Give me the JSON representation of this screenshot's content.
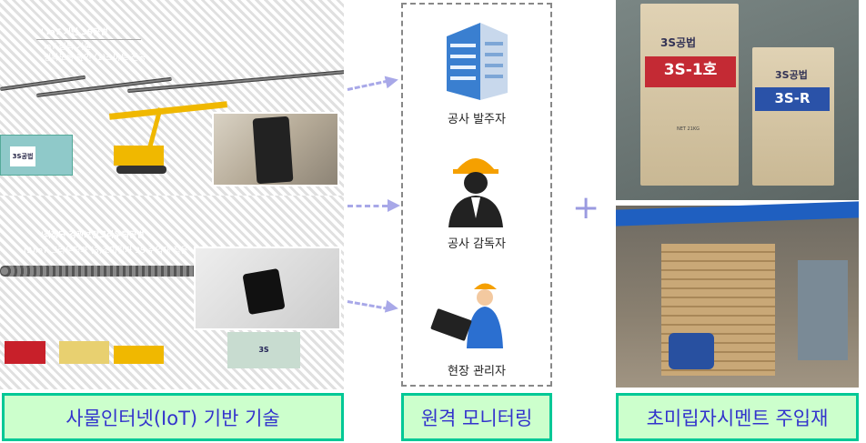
{
  "left": {
    "panel1": {
      "title": "' IoT 기반 3S공법 '",
      "line1": "IoT 접목 기술,",
      "line2": "정확도를 높인 (1)스마트 천공",
      "container_logo": "3S공법"
    },
    "panel2": {
      "title": "'최첨단 강관보강그라우팅공법'",
      "line1": "(2)IoT 그라우팅과 (3)초미립자 3S 주입재 적용",
      "container_logo": "3S"
    }
  },
  "center": {
    "roles": [
      {
        "label": "공사 발주자",
        "icon": "office-building-icon"
      },
      {
        "label": "공사 감독자",
        "icon": "supervisor-hardhat-icon"
      },
      {
        "label": "현장 관리자",
        "icon": "site-manager-tablet-icon"
      }
    ]
  },
  "plus": "+",
  "right": {
    "bag1": {
      "brand": "3S공법",
      "name": "3S-1호",
      "weight": "NET 21KG"
    },
    "bag2": {
      "brand": "3S공법",
      "name": "3S-R"
    }
  },
  "labels": {
    "left": "사물인터넷(IoT) 기반 기술",
    "center": "원격 모니터링",
    "right": "초미립자시멘트 주입재"
  },
  "colors": {
    "label_border": "#00c896",
    "label_fill": "#ccffcc",
    "label_text": "#3333cc",
    "arrow": "#a8a8e8"
  }
}
